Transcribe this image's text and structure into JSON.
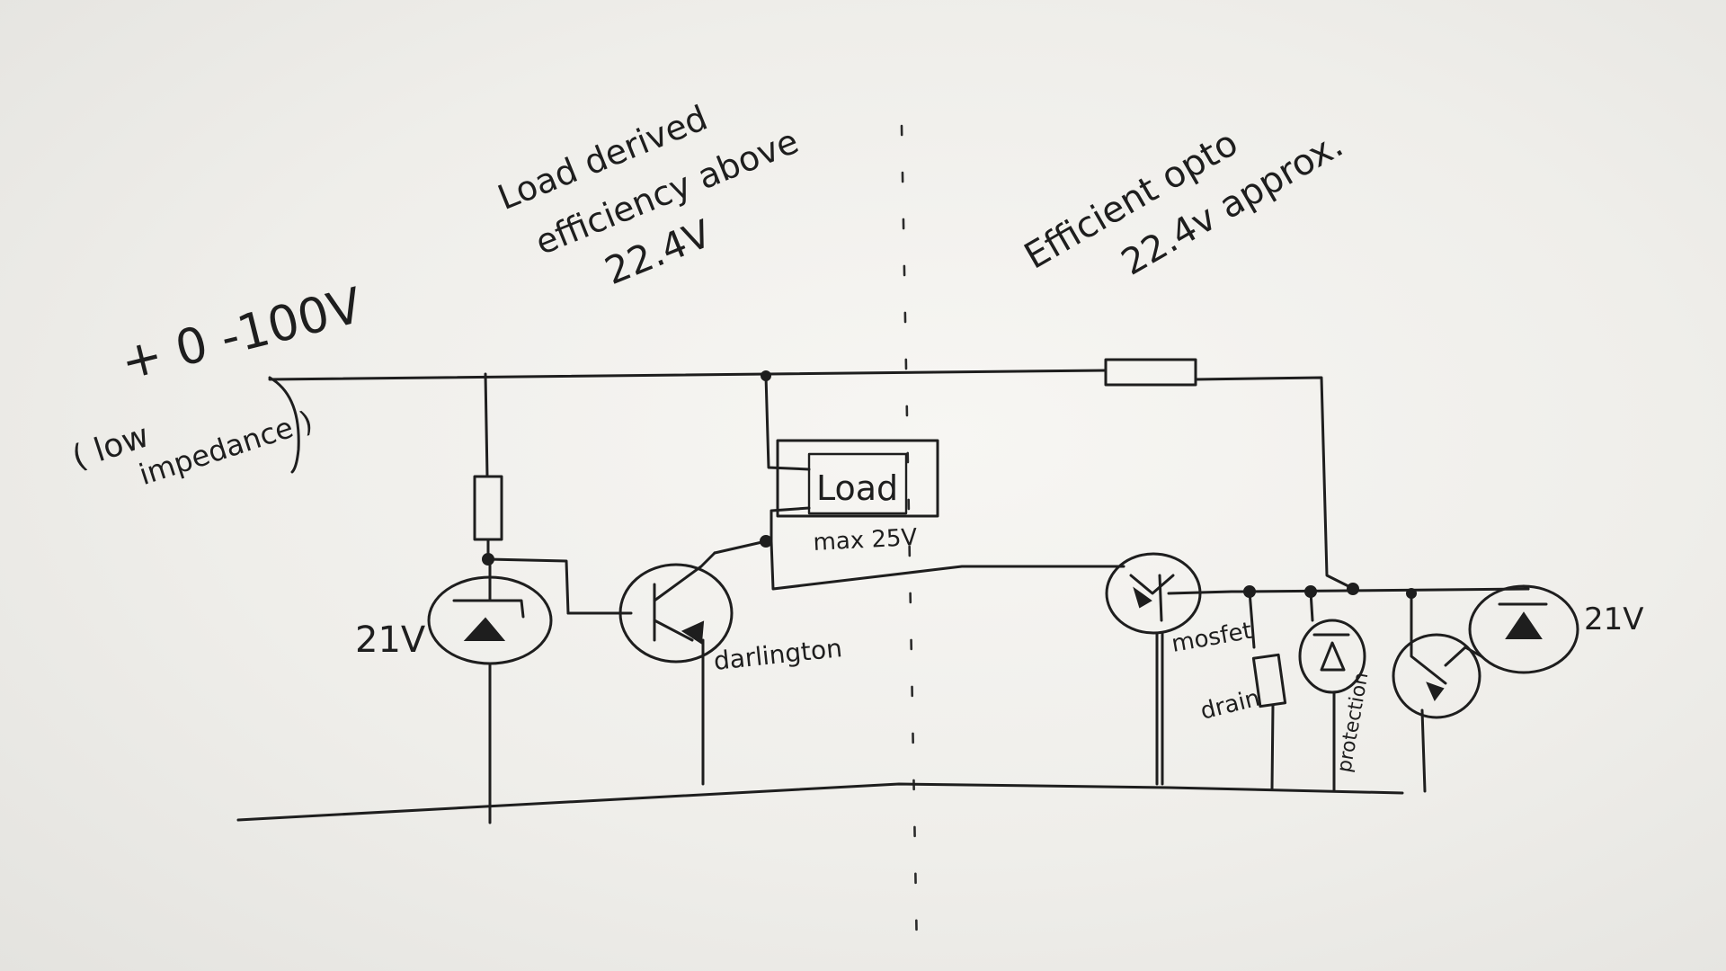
{
  "annotations": {
    "left_note_line1": "Load derived",
    "left_note_line2": "efficiency above",
    "left_note_line3": "22.4V",
    "right_note_line1": "Efficient opto",
    "right_note_line2": "22.4v approx."
  },
  "supply": {
    "voltage": "+ 0 -100V",
    "impedance_note_line1": "( low",
    "impedance_note_line2": "impedance )"
  },
  "components": {
    "load_label": "Load",
    "load_max_label": "max 25V",
    "zener_left_label": "21V",
    "darlington_label": "darlington",
    "mosfet_label": "mosfet",
    "drain_label": "drain",
    "protection_label": "protection",
    "zener_right_label": "21V"
  }
}
